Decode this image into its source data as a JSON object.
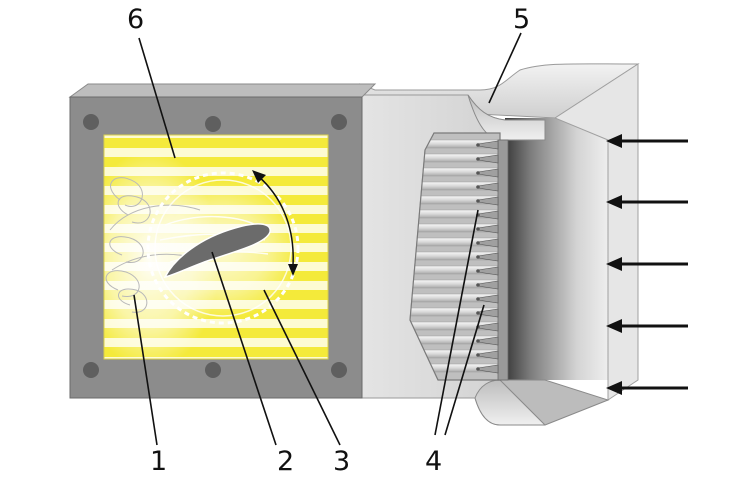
{
  "callouts": [
    {
      "id": "1",
      "text": "1"
    },
    {
      "id": "2",
      "text": "2"
    },
    {
      "id": "3",
      "text": "3"
    },
    {
      "id": "4",
      "text": "4"
    },
    {
      "id": "5",
      "text": "5"
    },
    {
      "id": "6",
      "text": "6"
    }
  ],
  "colors": {
    "frame": "#8c8c8c",
    "window_yellow": "#f4ea3a",
    "window_light": "#fdfbd2",
    "duct_light": "#dcdcdc",
    "duct_dark": "#6a6a6a",
    "ink": "#111111"
  },
  "flow_arrow_count": 5
}
